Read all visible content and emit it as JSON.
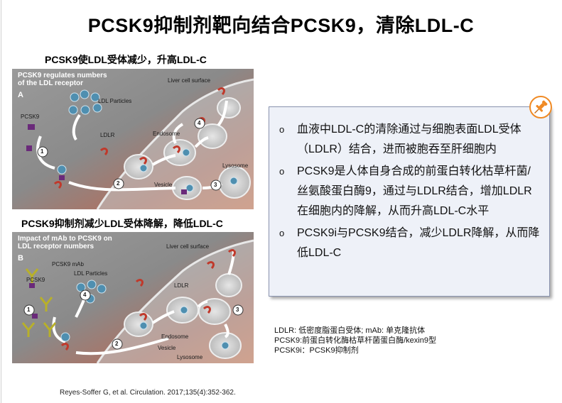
{
  "title": "PCSK9抑制剂靶向结合PCSK9，清除LDL-C",
  "figure_a": {
    "caption": "PCSK9使LDL受体减少，升高LDL-C",
    "header_line1": "PCSK9 regulates numbers",
    "header_line2": "of the LDL receptor",
    "letter": "A",
    "labels": {
      "liver": "Liver cell surface",
      "ldl": "LDL Particles",
      "pcsk9": "PCSK9",
      "ldlr": "LDLR",
      "endosome": "Endosome",
      "lysosome": "Lysosome",
      "vesicle": "Vesicle"
    },
    "steps": [
      "1",
      "2",
      "3",
      "4"
    ]
  },
  "figure_b": {
    "caption": "PCSK9抑制剂减少LDL受体降解，降低LDL-C",
    "header_line1": "Impact of mAb to PCSK9 on",
    "header_line2": "LDL receptor numbers",
    "letter": "B",
    "labels": {
      "liver": "Liver cell surface",
      "mab": "PCSK9 mAb",
      "ldl": "LDL Particles",
      "pcsk9": "PCSK9",
      "ldlr": "LDLR",
      "endosome": "Endosome",
      "vesicle": "Vesicle",
      "lysosome": "Lysosome"
    },
    "steps": [
      "1",
      "2",
      "3",
      "4"
    ]
  },
  "callout": {
    "bullet_glyph": "o",
    "items": [
      "血液中LDL-C的清除通过与细胞表面LDL受体（LDLR）结合，进而被胞吞至肝细胞内",
      "PCSK9是人体自身合成的前蛋白转化枯草杆菌/丝氨酸蛋白酶9，通过与LDLR结合，增加LDLR在细胞内的降解，从而升高LDL-C水平",
      "PCSK9i与PCSK9结合，减少LDLR降解，从而降低LDL-C"
    ],
    "pin_icon": "pushpin-icon"
  },
  "legend": {
    "line1": "LDLR: 低密度脂蛋白受体; mAb: 单克隆抗体",
    "line2": "PCSK9:前蛋白转化酶枯草杆菌蛋白酶/kexin9型",
    "line3": "PCSK9i：PCSK9抑制剂"
  },
  "reference": "Reyes-Soffer G, et al. Circulation. 2017;135(4):352-362.",
  "colors": {
    "panel_grey": "#8e8e8e",
    "tissue_orange": "#d9744a",
    "ldl_blue": "#4f8fb0",
    "pcsk9_purple": "#6a2a7a",
    "ldlr_red": "#c0392b",
    "mab_yellow": "#b8b02a",
    "callout_bg": "#eef1f8",
    "pin_orange": "#f08a24"
  }
}
